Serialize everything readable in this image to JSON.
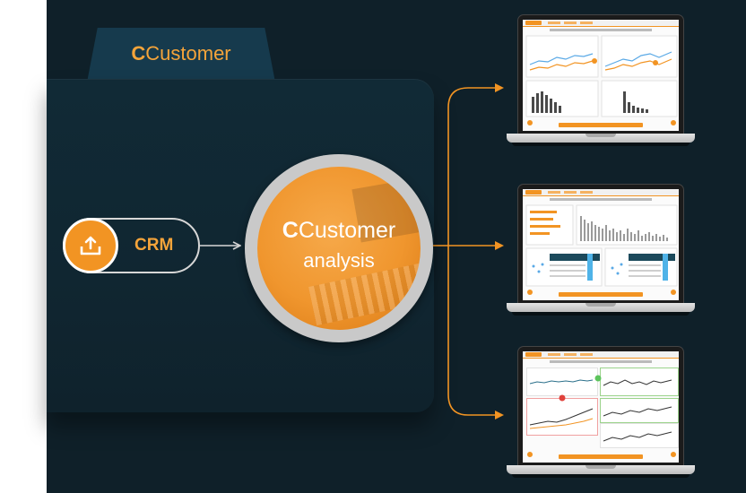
{
  "tab": {
    "title_bold": "C",
    "title_rest": "Customer"
  },
  "source": {
    "label": "CRM",
    "icon": "upload-tray-icon"
  },
  "analysis": {
    "title_bold": "C",
    "title_rest": "Customer",
    "subtitle": "analysis"
  },
  "colors": {
    "accent": "#f29423",
    "background": "#0f2029",
    "tab": "#163a4d",
    "ring": "#c9c9c9"
  },
  "outputs": [
    {
      "icon": "laptop-report-icon"
    },
    {
      "icon": "laptop-report-icon"
    },
    {
      "icon": "laptop-report-icon"
    }
  ]
}
